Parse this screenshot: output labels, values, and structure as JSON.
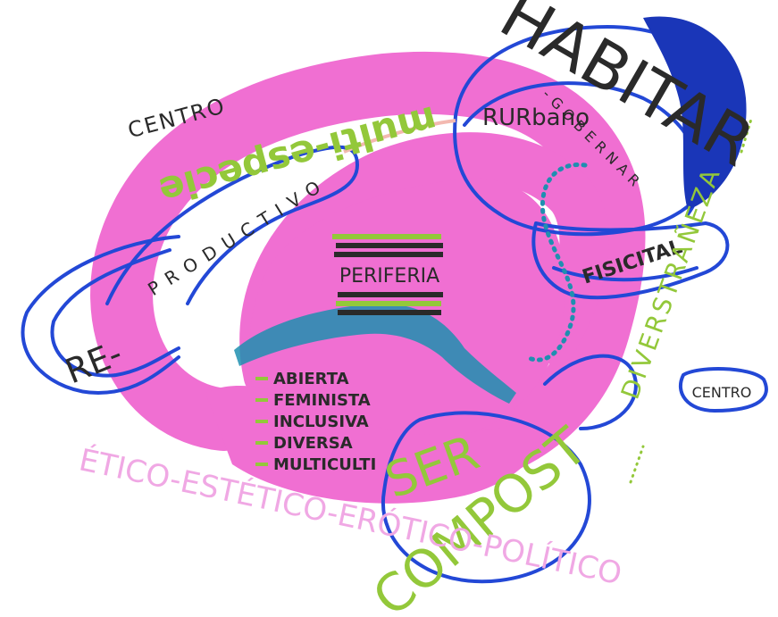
{
  "colors": {
    "pink": "#f06fd2",
    "pink_dark": "#e64bc1",
    "blue": "#2348d6",
    "blue_dark": "#1a36b8",
    "green": "#93c83a",
    "teal": "#1f8fb0",
    "black": "#2a2a2a",
    "lilac": "#f0a8e4",
    "salmon": "#f3b9b0"
  },
  "labels": {
    "centro_top": "CENTRO",
    "multi_especie": "multi-especie",
    "re": "RE-",
    "productivo": "PRODUCTIVO",
    "rurbano": "RURbano",
    "habitar": "HABITAR",
    "gobernar": "-GOBERNAR",
    "fisicital": "FISICITAL",
    "periferia": "PERIFERIA",
    "diverstraneza": "DIVERSTRAÑEZA",
    "centro_right": "CENTRO",
    "ser": "SER",
    "compost": "COMPOST",
    "etico_line": "ÉTICO-ESTÉTICO-ERÓTICO-POLÍTICO"
  },
  "periferia_list": [
    "ABIERTA",
    "FEMINISTA",
    "INCLUSIVA",
    "DIVERSA",
    "MULTICULTI"
  ]
}
